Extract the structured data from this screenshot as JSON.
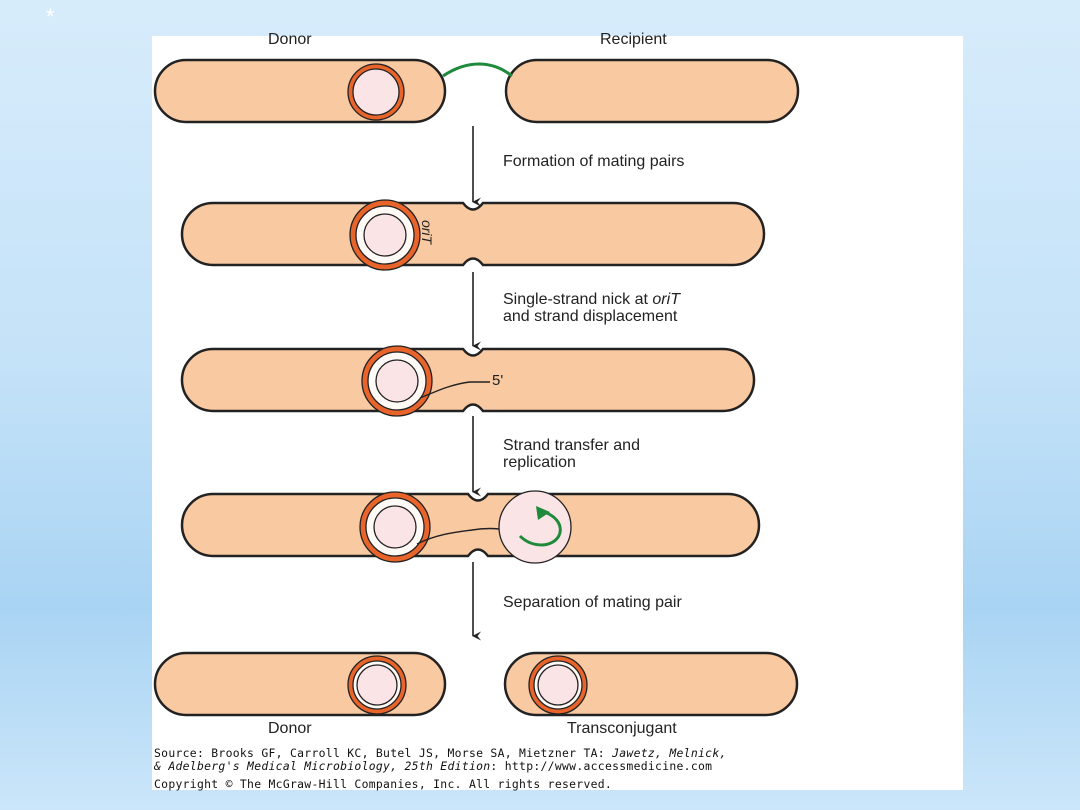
{
  "slide": {
    "sparkle_icon": "*"
  },
  "labels": {
    "donor_top": "Donor",
    "recipient_top": "Recipient",
    "donor_bottom": "Donor",
    "transconjugant_bottom": "Transconjugant",
    "orit": "oriT",
    "five_prime": "5'"
  },
  "steps": [
    {
      "line1": "Formation of mating pairs"
    },
    {
      "line1_pre": "Single-strand nick at ",
      "line1_italic": "oriT",
      "line2": "and strand displacement"
    },
    {
      "line1": "Strand transfer and",
      "line2": "replication"
    },
    {
      "line1": "Separation of mating pair"
    }
  ],
  "source": {
    "line1_pre": "Source: Brooks GF, Carroll KC, Butel JS, Morse SA, Mietzner TA: ",
    "line1_italic": "Jawetz, Melnick,",
    "line2_italic": "& Adelberg's Medical Microbiology, 25th Edition",
    "line2_post": ": http://www.accessmedicine.com",
    "line3": "Copyright © The McGraw-Hill Companies, Inc. All rights reserved."
  },
  "colors": {
    "cell_fill": "#f9c9a1",
    "cell_stroke": "#222222",
    "plasmid_ring": "#e8642a",
    "plasmid_inner": "#fbe4e6",
    "pilus": "#1f8a3b",
    "arrow": "#222222"
  }
}
